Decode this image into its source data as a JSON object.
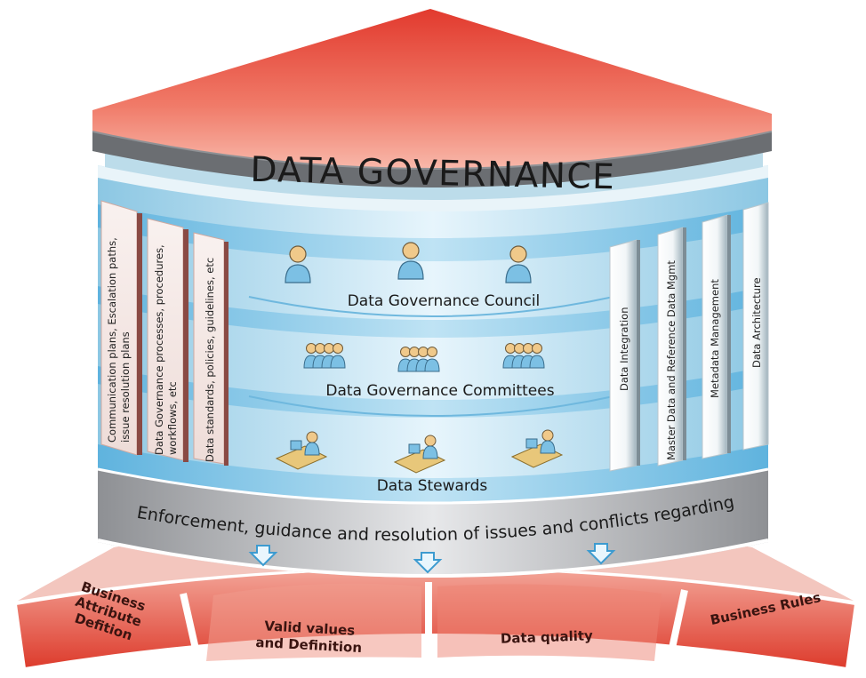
{
  "title": "DATA GOVERNANCE",
  "left_columns": [
    {
      "line1": "Communication plans, Escalation paths,",
      "line2": "issue resolution plans"
    },
    {
      "line1": "Data Governance processes, procedures,",
      "line2": "workflows, etc"
    },
    {
      "line1": "Data standards, policies, guidelines, etc",
      "line2": ""
    }
  ],
  "tiers": [
    {
      "label": "Data Governance Council",
      "icon": "person-icon"
    },
    {
      "label": "Data Governance Committees",
      "icon": "group-icon"
    },
    {
      "label": "Data Stewards",
      "icon": "desk-worker-icon"
    }
  ],
  "right_columns": [
    {
      "label": "Data Integration"
    },
    {
      "label": "Master Data and Reference Data Mgmt"
    },
    {
      "label": "Metadata Management"
    },
    {
      "label": "Data Architecture"
    }
  ],
  "enforcement_text": "Enforcement, guidance and resolution of issues and conflicts regarding",
  "base_sections": [
    {
      "line1": "Business",
      "line2": "Attribute",
      "line3": "Defition"
    },
    {
      "line1": "Valid values",
      "line2": "and Definition",
      "line3": ""
    },
    {
      "line1": "Data quality",
      "line2": "",
      "line3": ""
    },
    {
      "line1": "Business Rules",
      "line2": "",
      "line3": ""
    }
  ],
  "colors": {
    "roof": "#e8463a",
    "cylinder": "#a9d8ee",
    "band_gray": "#b4b6b9",
    "base": "#e4604f"
  }
}
